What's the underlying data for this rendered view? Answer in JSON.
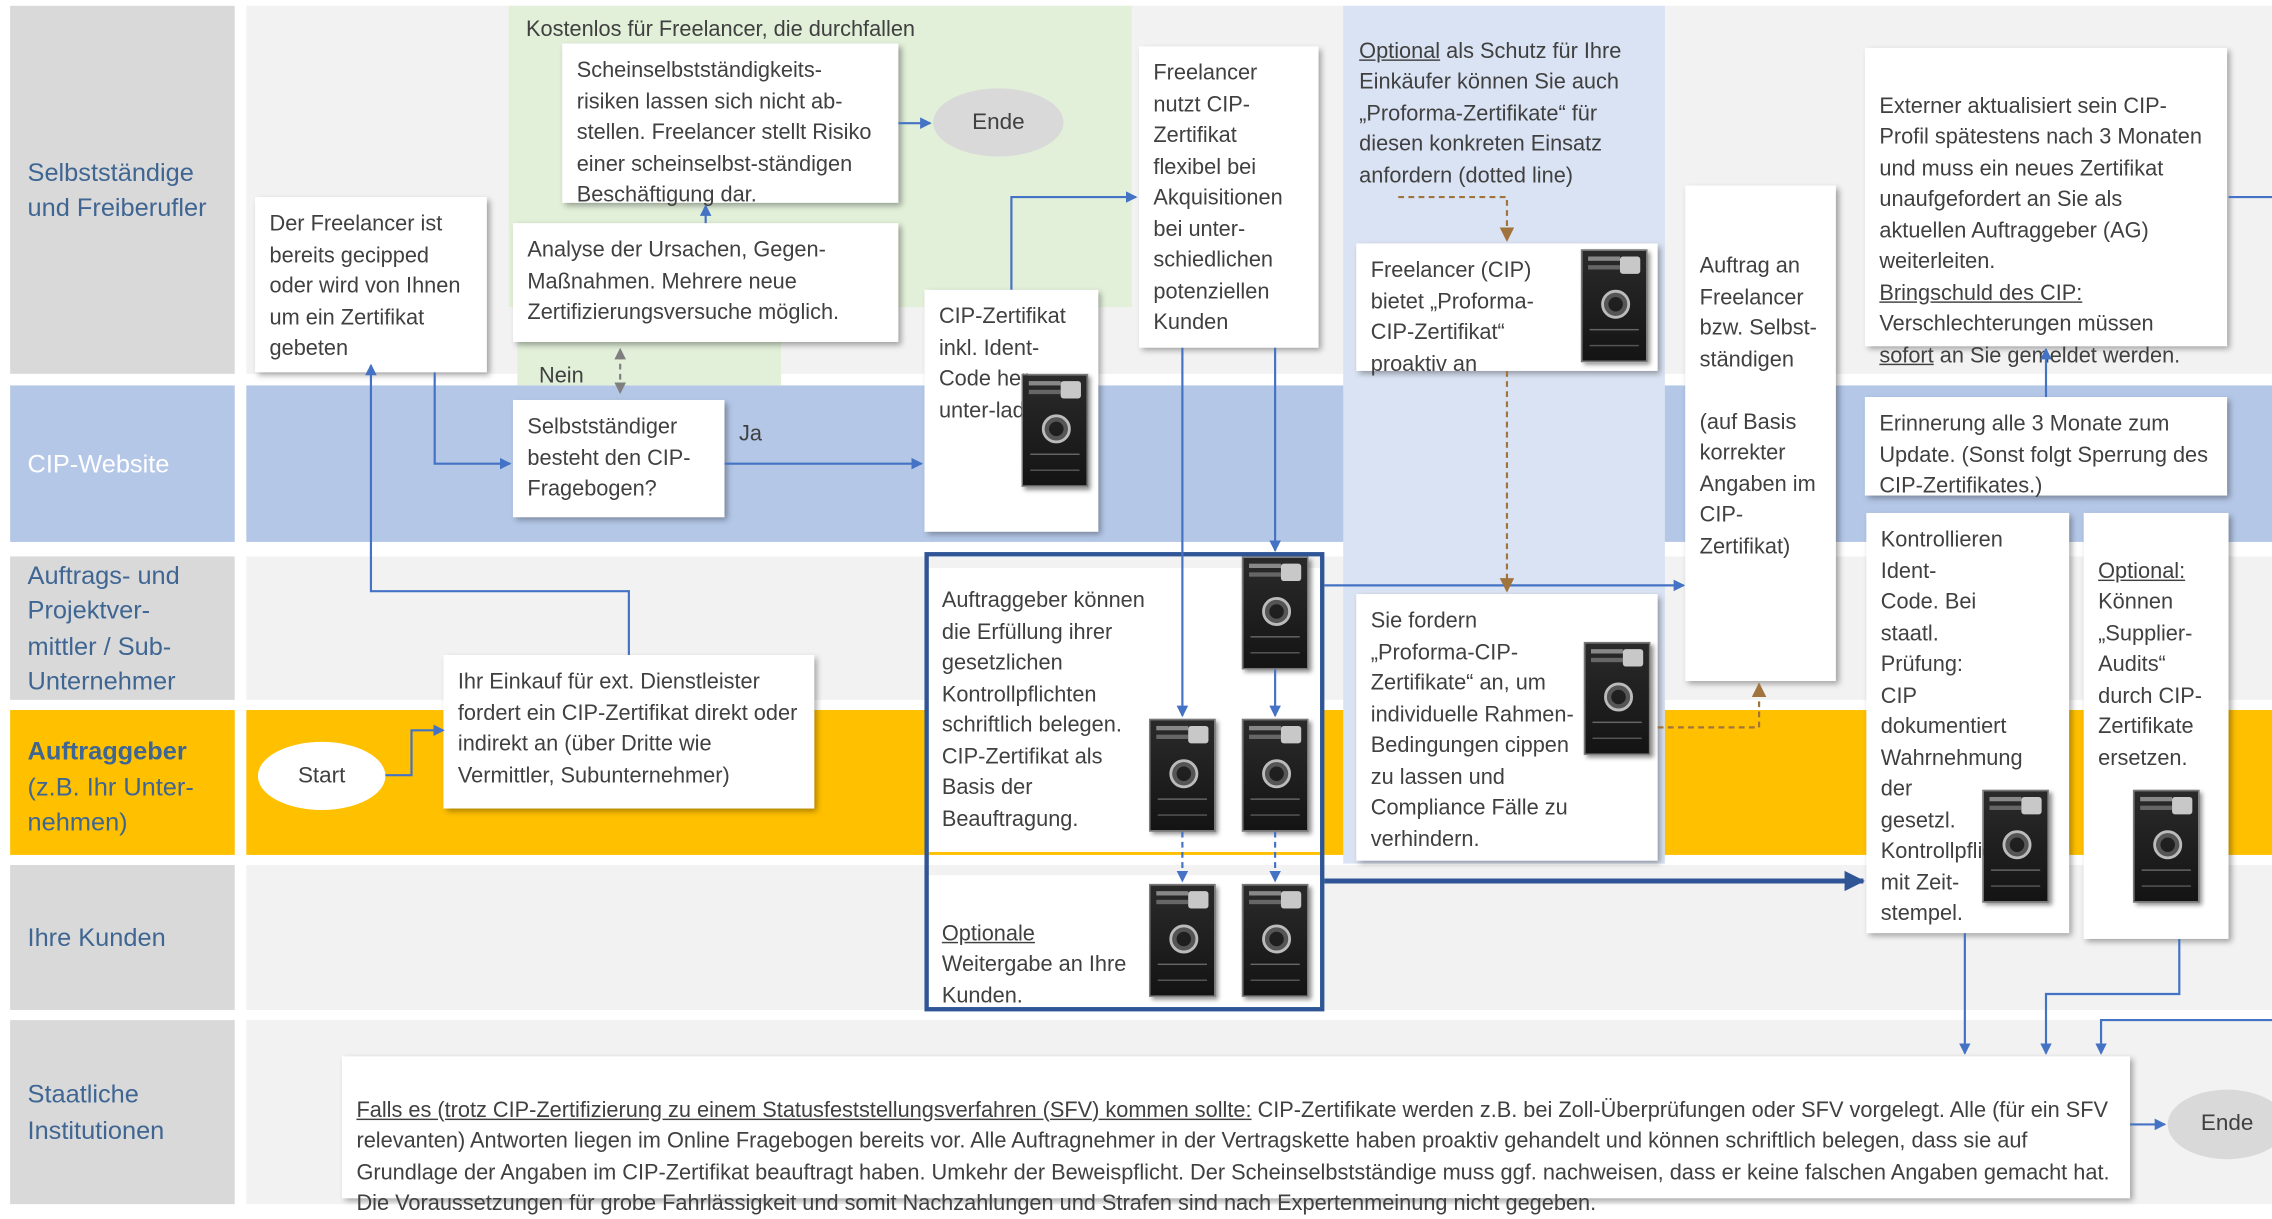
{
  "lanes": [
    {
      "key": "freelancer",
      "label": "Selbstständige und Freiberufler"
    },
    {
      "key": "website",
      "label": "CIP-Website"
    },
    {
      "key": "vermittler",
      "label": "Auftrags- und Projektver-mittler / Sub-Unternehmer"
    },
    {
      "key": "auftraggeber",
      "label": "Auftraggeber",
      "sublabel": "(z.B. Ihr Unter-nehmen)"
    },
    {
      "key": "kunden",
      "label": "Ihre Kunden"
    },
    {
      "key": "staat",
      "label": "Staatliche Institutionen"
    }
  ],
  "green_area": {
    "title": "Kostenlos für Freelancer, die durchfallen",
    "nein": "Nein"
  },
  "boxes": {
    "bereits_gecipped": "Der Freelancer ist bereits gecipped oder wird von Ihnen um ein Zertifikat gebeten",
    "schein_risiko": "Scheinselbstständigkeits-risiken lassen sich nicht ab-stellen. Freelancer stellt Risiko einer scheinselbst-ständigen Beschäftigung dar.",
    "analyse": "Analyse der Ursachen, Gegen-Maßnahmen. Mehrere neue Zertifizierungsversuche möglich.",
    "fragebogen": "Selbstständiger besteht den CIP-Fragebogen?",
    "ja": "Ja",
    "zertifikat_download": "CIP-Zertifikat inkl. Ident-Code her-unter-laden",
    "nutzt_flexibel": "Freelancer nutzt CIP-Zertifikat flexibel bei Akquisitionen bei unter-schiedlichen potenziellen Kunden",
    "optional_schutz_u": "Optional",
    "optional_schutz": " als Schutz für Ihre Einkäufer können Sie auch „Proforma-Zertifikate“ für diesen konkreten Einsatz anfordern (dotted line)",
    "proforma_bietet": "Freelancer (CIP) bietet „Proforma-CIP-Zertifikat“ proaktiv an",
    "proforma_fordern": "Sie fordern „Proforma-CIP-Zertifikate“ an, um individuelle Rahmen-Bedingungen cippen zu lassen und Compliance Fälle zu verhindern.",
    "auftrag_an": "Auftrag an Freelancer bzw. Selbst-ständigen\n\n(auf Basis korrekter Angaben im CIP-Zertifikat)",
    "extern_aktualisiert": "Externer aktualisiert sein CIP-Profil spätestens nach 3 Monaten und muss ein neues Zertifikat unaufgefordert an Sie als aktuellen Auftraggeber (AG) weiterleiten.",
    "bringschuld_u": "Bringschuld des CIP:",
    "bringschuld": " Verschlechterungen müssen ",
    "bringschuld_sofort": "sofort",
    "bringschuld_end": " an Sie gemeldet werden.",
    "erinnerung": "Erinnerung alle 3 Monate zum Update. (Sonst folgt Sperrung des CIP-Zertifikates.)",
    "kontrollieren": "Kontrollieren Ident-Code. Bei staatl. Prüfung: CIP dokumentiert Wahrnehmung der gesetzl. Kontrollpflicht mit Zeit-stempel.",
    "supplier_u": "Optional:",
    "supplier": "Können „Supplier-Audits“ durch CIP-Zertifikate ersetzen.",
    "einkauf": "Ihr Einkauf für ext. Dienstleister fordert ein CIP-Zertifikat direkt oder indirekt an (über Dritte wie Vermittler, Subunternehmer)",
    "auftraggeber_kontrolle": "Auftraggeber können die Erfüllung ihrer gesetzlichen Kontrollpflichten schriftlich belegen. CIP-Zertifikat als Basis der Beauftragung.",
    "weitergabe_u": "Optionale",
    "weitergabe": "Weitergabe an Ihre Kunden.",
    "sfv_u": "Falls es (trotz CIP-Zertifizierung zu einem Statusfeststellungsverfahren (SFV) kommen sollte:",
    "sfv": " CIP-Zertifikate werden z.B. bei Zoll-Überprüfungen oder SFV vorgelegt. Alle (für ein SFV relevanten) Antworten liegen im Online Fragebogen bereits vor. Alle Auftragnehmer in der Vertragskette haben proaktiv gehandelt und können schriftlich belegen, dass sie auf Grundlage der Angaben im CIP-Zertifikat beauftragt haben. Umkehr der Beweispflicht. Der Scheinselbstständige muss ggf. nachweisen, dass er keine falschen Angaben gemacht hat. Die Voraussetzungen für grobe Fahrlässigkeit und somit Nachzahlungen und Strafen sind nach Expertenmeinung nicht gegeben."
  },
  "terminals": {
    "ende1": "Ende",
    "start": "Start",
    "ende2": "Ende"
  },
  "colors": {
    "lane_grey": "#f2f2f2",
    "label_grey": "#d9d9d9",
    "lane_blue": "#b4c7e7",
    "lane_yellow": "#ffc000",
    "label_text": "#3f6693",
    "green": "#e2f0d9",
    "optional_blue": "#dae3f3",
    "arrow": "#4472c4",
    "dashed_brown": "#a0743c",
    "frame": "#2f5597",
    "ellipse": "#d9d9d9"
  }
}
